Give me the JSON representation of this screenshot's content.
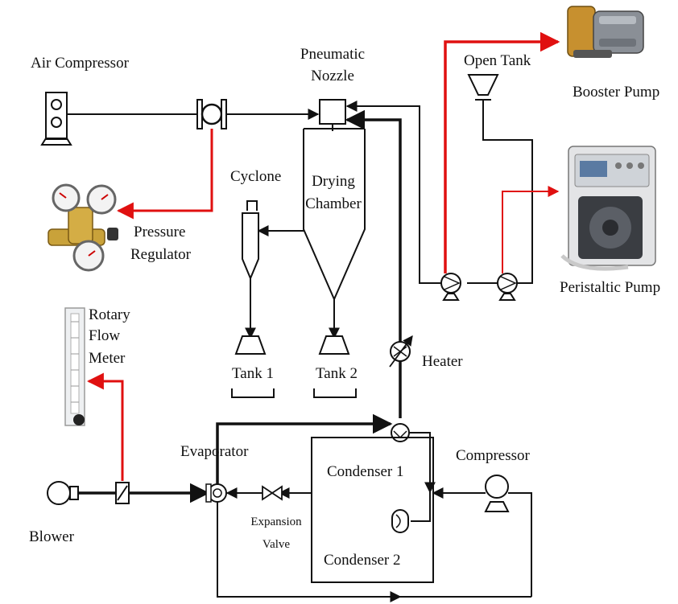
{
  "labels": {
    "air_compressor": "Air Compressor",
    "pneumatic_1": "Pneumatic",
    "pneumatic_2": "Nozzle",
    "open_tank": "Open Tank",
    "booster_pump": "Booster Pump",
    "cyclone": "Cyclone",
    "drying_1": "Drying",
    "drying_2": "Chamber",
    "pressure_1": "Pressure",
    "pressure_2": "Regulator",
    "peristaltic_pump": "Peristaltic Pump",
    "rotary_1": "Rotary",
    "rotary_2": "Flow",
    "rotary_3": "Meter",
    "tank1": "Tank 1",
    "tank2": "Tank 2",
    "heater": "Heater",
    "evaporator": "Evaporator",
    "condenser1": "Condenser 1",
    "compressor": "Compressor",
    "expansion_1": "Expansion",
    "expansion_2": "Valve",
    "blower": "Blower",
    "condenser2": "Condenser 2"
  },
  "colors": {
    "signal_line": "#e01010",
    "pipe": "#111111"
  }
}
